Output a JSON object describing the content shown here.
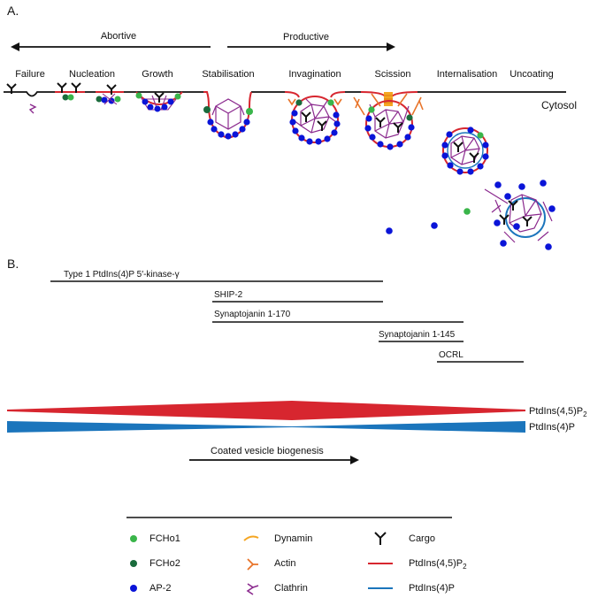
{
  "panel_a": {
    "label": "A.",
    "arrow_left_label": "Abortive",
    "arrow_right_label": "Productive",
    "stages": [
      "Failure",
      "Nucleation",
      "Growth",
      "Stabilisation",
      "Invagination",
      "Scission",
      "Internalisation",
      "Uncoating"
    ],
    "membrane_label": "Cytosol"
  },
  "panel_b": {
    "label": "B.",
    "enzymes": [
      "Type 1 PtdIns(4)P 5′-kinase-γ",
      "SHIP-2",
      "Synaptojanin 1-170",
      "Synaptojanin 1-145",
      "OCRL"
    ],
    "lipid_1_prefix": "PtdIns(4,5)P",
    "lipid_1_sub": "2",
    "lipid_2": "PtdIns(4)P",
    "process_label": "Coated vesicle biogenesis"
  },
  "legend": {
    "fcho1": "FCHo1",
    "fcho2": "FCHo2",
    "ap2": "AP-2",
    "dynamin": "Dynamin",
    "actin": "Actin",
    "clathrin": "Clathrin",
    "cargo": "Cargo",
    "pip2_prefix": "PtdIns(4,5)P",
    "pip2_sub": "2",
    "pi4p": "PtdIns(4)P"
  },
  "colors": {
    "fcho1": "#3ab54a",
    "fcho2": "#1a6b3c",
    "ap2": "#0a14d8",
    "dynamin": "#f5a623",
    "actin": "#e8742a",
    "clathrin": "#8b2a8e",
    "pip2": "#d7262f",
    "pi4p": "#1b75bc",
    "cargo": "#111111"
  }
}
